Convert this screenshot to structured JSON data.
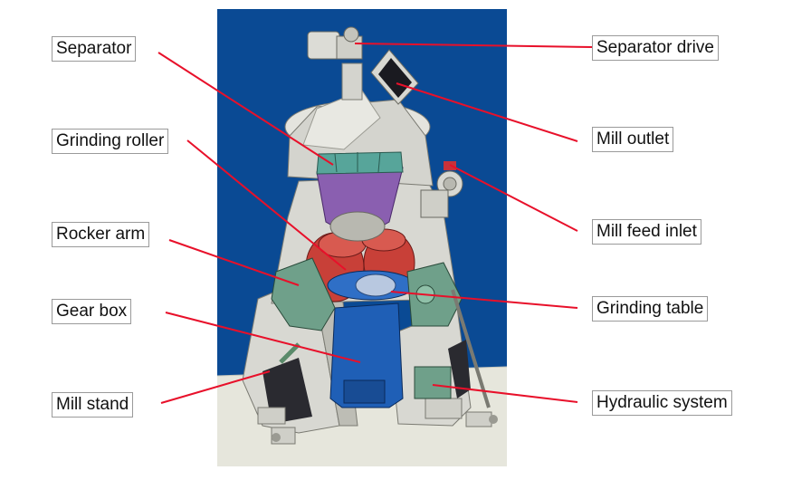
{
  "diagram": {
    "colors": {
      "background_panel": "#0a4a94",
      "floor": "#e6e6dc",
      "leader_line": "#e8102a",
      "label_border": "#9a9a9a",
      "housing": "#d8d8d2",
      "separator_cone": "#8a5fb0",
      "rollers": "#c84038",
      "rocker_gearing": "#6fa08a",
      "gear_box_body": "#1f5fb6",
      "teal_vanes": "#57a59a"
    },
    "labels": {
      "separator": "Separator",
      "grinding_roller": "Grinding roller",
      "rocker_arm": "Rocker arm",
      "gear_box": "Gear box",
      "mill_stand": "Mill stand",
      "separator_drive": "Separator drive",
      "mill_outlet": "Mill outlet",
      "mill_feed_inlet": "Mill feed inlet",
      "grinding_table": "Grinding table",
      "hydraulic_system": "Hydraulic system"
    }
  }
}
